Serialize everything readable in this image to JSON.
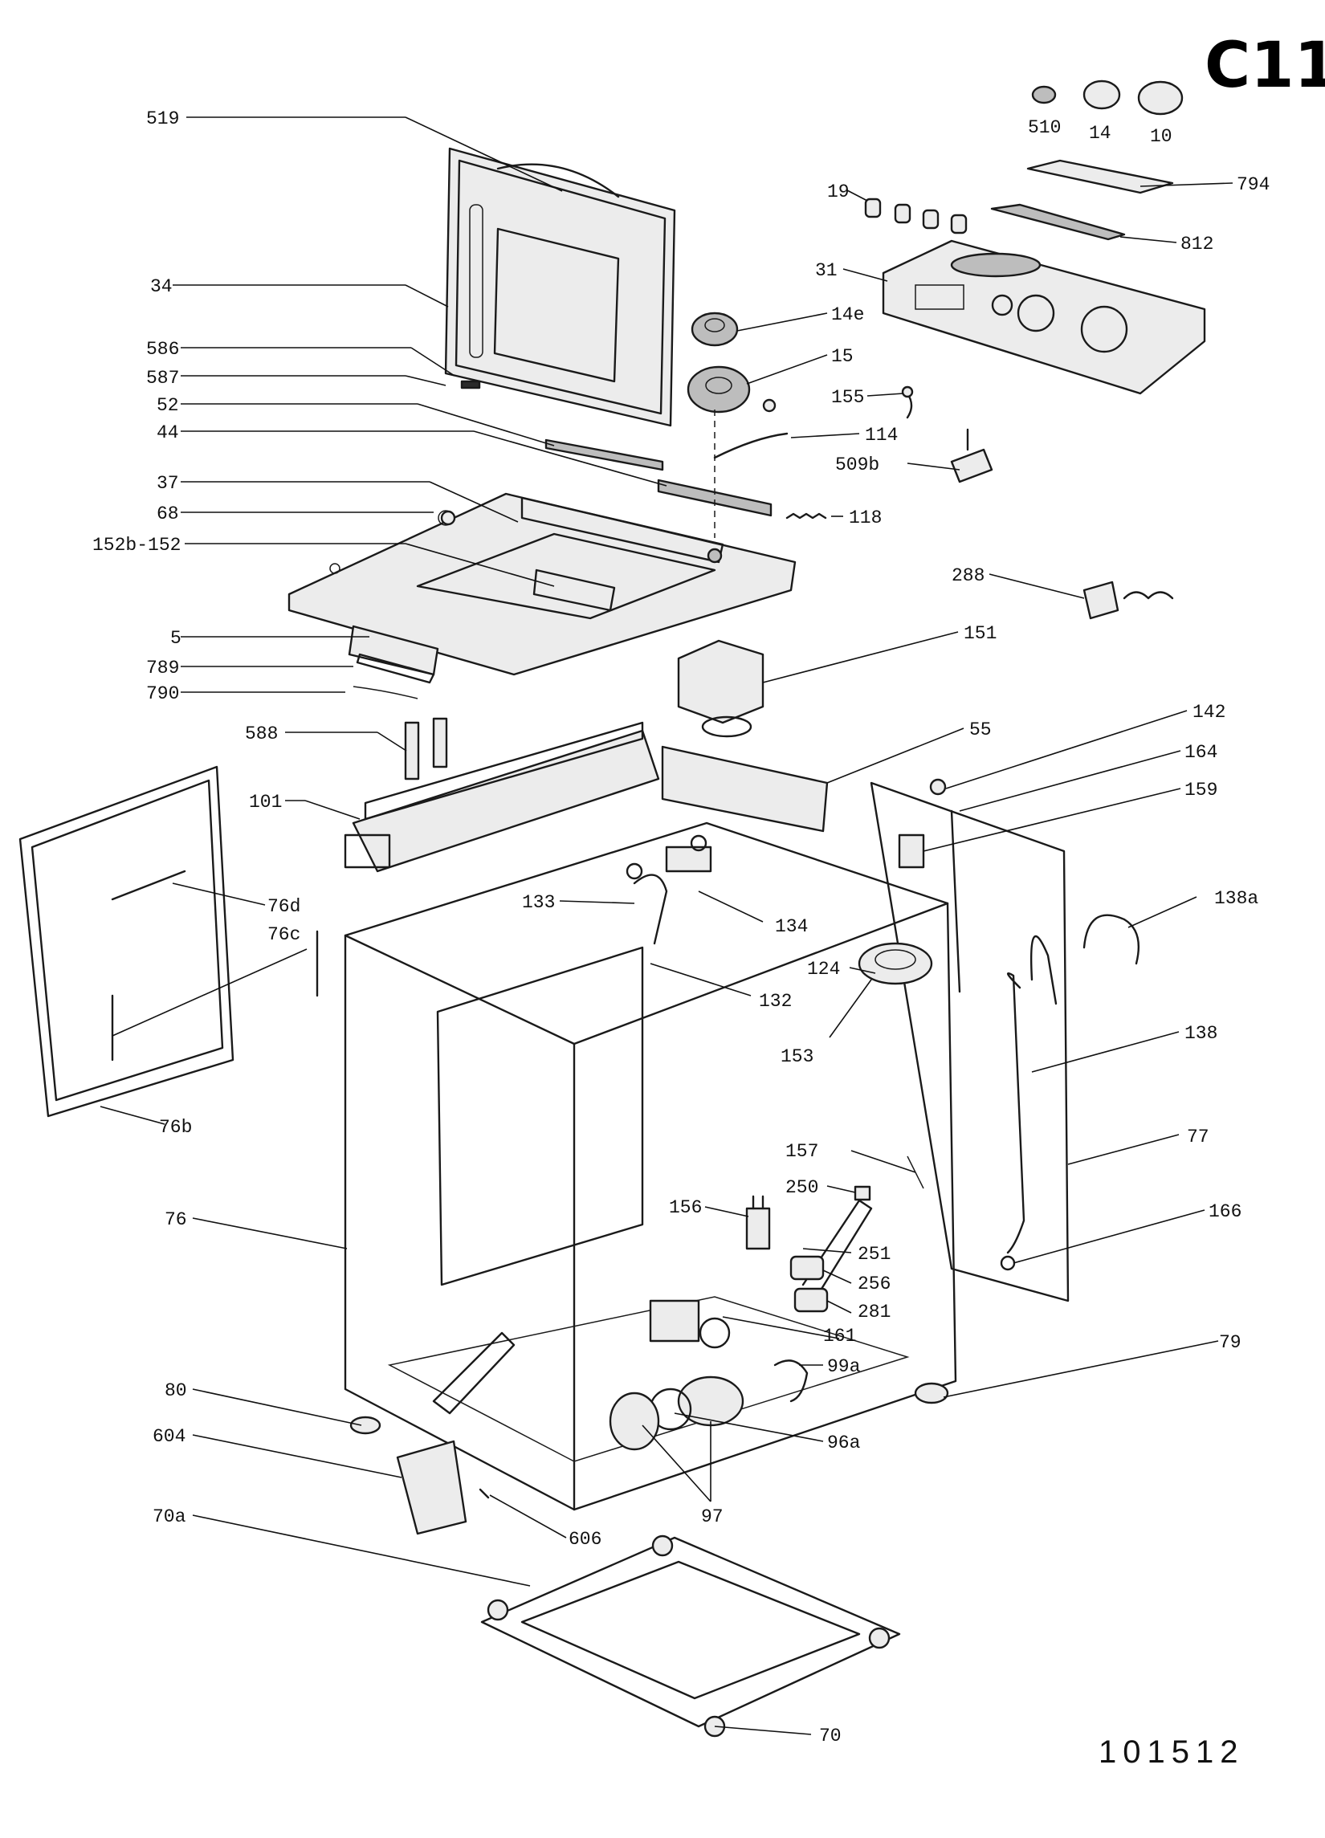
{
  "sheet_code": "C11",
  "reference_number": "101512",
  "callouts": [
    {
      "id": "519",
      "text": "519"
    },
    {
      "id": "34",
      "text": "34"
    },
    {
      "id": "586",
      "text": "586"
    },
    {
      "id": "587",
      "text": "587"
    },
    {
      "id": "52",
      "text": "52"
    },
    {
      "id": "44",
      "text": "44"
    },
    {
      "id": "37",
      "text": "37"
    },
    {
      "id": "68",
      "text": "68"
    },
    {
      "id": "152b-152",
      "text": "152b-152"
    },
    {
      "id": "5",
      "text": "5"
    },
    {
      "id": "789",
      "text": "789"
    },
    {
      "id": "790",
      "text": "790"
    },
    {
      "id": "588",
      "text": "588"
    },
    {
      "id": "101",
      "text": "101"
    },
    {
      "id": "76d",
      "text": "76d"
    },
    {
      "id": "76c",
      "text": "76c"
    },
    {
      "id": "76b",
      "text": "76b"
    },
    {
      "id": "76",
      "text": "76"
    },
    {
      "id": "80",
      "text": "80"
    },
    {
      "id": "604",
      "text": "604"
    },
    {
      "id": "70a",
      "text": "70a"
    },
    {
      "id": "606",
      "text": "606"
    },
    {
      "id": "70",
      "text": "70"
    },
    {
      "id": "97",
      "text": "97"
    },
    {
      "id": "96a",
      "text": "96a"
    },
    {
      "id": "99a",
      "text": "99a"
    },
    {
      "id": "161",
      "text": "161"
    },
    {
      "id": "281",
      "text": "281"
    },
    {
      "id": "256",
      "text": "256"
    },
    {
      "id": "251",
      "text": "251"
    },
    {
      "id": "250",
      "text": "250"
    },
    {
      "id": "156",
      "text": "156"
    },
    {
      "id": "157",
      "text": "157"
    },
    {
      "id": "153",
      "text": "153"
    },
    {
      "id": "124",
      "text": "124"
    },
    {
      "id": "132",
      "text": "132"
    },
    {
      "id": "133",
      "text": "133"
    },
    {
      "id": "134",
      "text": "134"
    },
    {
      "id": "79",
      "text": "79"
    },
    {
      "id": "166",
      "text": "166"
    },
    {
      "id": "77",
      "text": "77"
    },
    {
      "id": "138",
      "text": "138"
    },
    {
      "id": "138a",
      "text": "138a"
    },
    {
      "id": "159",
      "text": "159"
    },
    {
      "id": "164",
      "text": "164"
    },
    {
      "id": "142",
      "text": "142"
    },
    {
      "id": "55",
      "text": "55"
    },
    {
      "id": "151",
      "text": "151"
    },
    {
      "id": "288",
      "text": "288"
    },
    {
      "id": "118",
      "text": "118"
    },
    {
      "id": "509b",
      "text": "509b"
    },
    {
      "id": "114",
      "text": "114"
    },
    {
      "id": "155",
      "text": "155"
    },
    {
      "id": "15",
      "text": "15"
    },
    {
      "id": "14e",
      "text": "14e"
    },
    {
      "id": "31",
      "text": "31"
    },
    {
      "id": "812",
      "text": "812"
    },
    {
      "id": "19",
      "text": "19"
    },
    {
      "id": "794",
      "text": "794"
    },
    {
      "id": "510",
      "text": "510"
    },
    {
      "id": "14",
      "text": "14"
    },
    {
      "id": "10",
      "text": "10"
    }
  ]
}
